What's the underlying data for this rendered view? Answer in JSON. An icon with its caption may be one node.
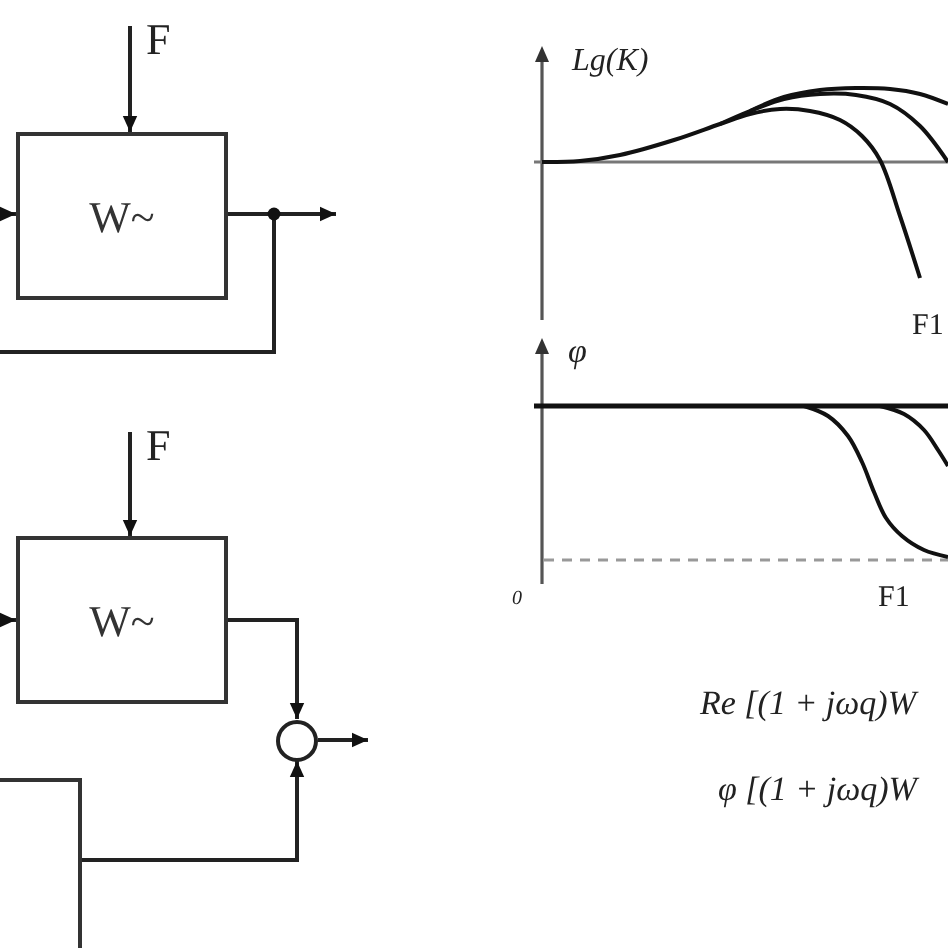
{
  "diagram": {
    "nodes": [
      {
        "text": [
          "W~"
        ]
      },
      {
        "text": [
          "W~"
        ]
      },
      {
        "text": [],
        "shape": "circle"
      },
      {
        "text": [],
        "shape": "box"
      }
    ],
    "edges": [
      {
        "from": null,
        "to": 0,
        "arrow": "to",
        "label": "F"
      },
      {
        "from": null,
        "to": 0,
        "arrow": "to"
      },
      {
        "from": 0,
        "to": null,
        "arrow": "to"
      },
      {
        "from": 0,
        "to": null,
        "arrow": "none"
      },
      {
        "from": null,
        "to": 1,
        "arrow": "to",
        "label": "F"
      },
      {
        "from": null,
        "to": 1,
        "arrow": "to"
      },
      {
        "from": 1,
        "to": 2,
        "arrow": "to"
      },
      {
        "from": 3,
        "to": 2,
        "arrow": "to"
      },
      {
        "from": 2,
        "to": null,
        "arrow": "to"
      }
    ],
    "labels": [
      "Lg(K)",
      "F1",
      "φ",
      "0",
      "F1",
      "Re [(1 + jωq)W",
      "φ [(1 + jωq)W"
    ]
  }
}
